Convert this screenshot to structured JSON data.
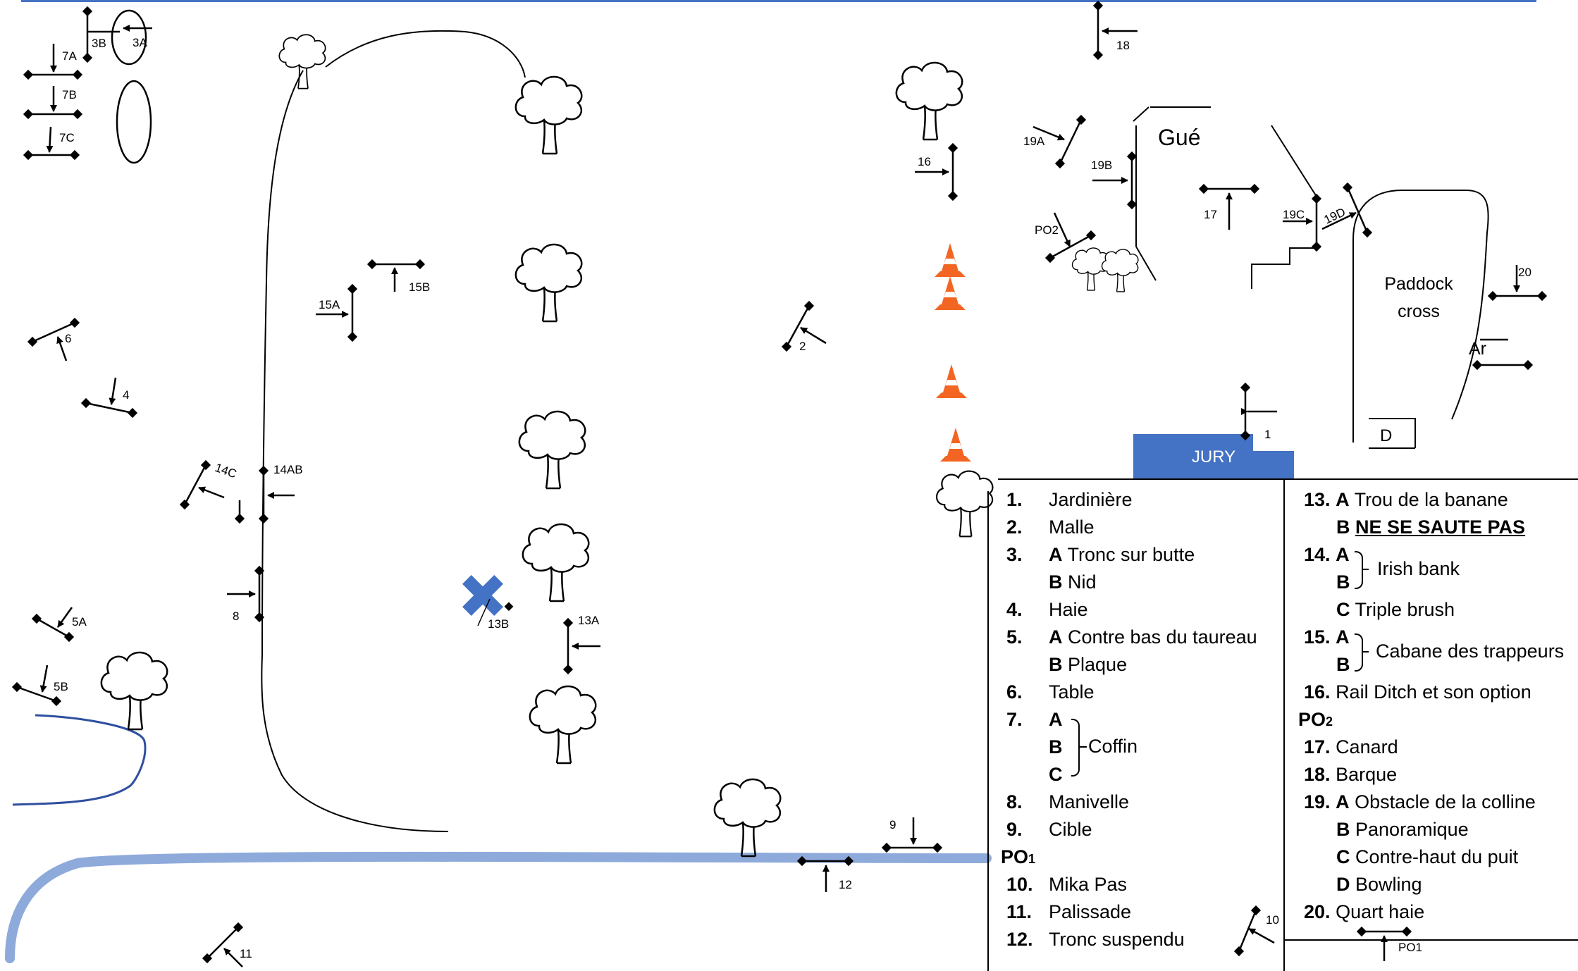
{
  "map_labels": {
    "gue": "Gué",
    "paddock_line1": "Paddock",
    "paddock_line2": "cross",
    "ar": "Ar",
    "d": "D",
    "jury": "JURY",
    "po2_map": "PO2",
    "po1_map": "PO1",
    "o1": "1",
    "o2": "2",
    "o3a": "3A",
    "o3b": "3B",
    "o4": "4",
    "o5a": "5A",
    "o5b": "5B",
    "o6": "6",
    "o7a": "7A",
    "o7b": "7B",
    "o7c": "7C",
    "o8": "8",
    "o9": "9",
    "o10": "10",
    "o11": "11",
    "o12": "12",
    "o13a": "13A",
    "o13b": "13B",
    "o14ab": "14AB",
    "o14c": "14C",
    "o15a": "15A",
    "o15b": "15B",
    "o16": "16",
    "o17": "17",
    "o18": "18",
    "o19a": "19A",
    "o19b": "19B",
    "o19c": "19C",
    "o19d": "19D",
    "o20": "20"
  },
  "legend_left": {
    "i1_num": "1.",
    "i1": "Jardinière",
    "i2_num": "2.",
    "i2": "Malle",
    "i3_num": "3.",
    "i3a_letter": "A",
    "i3a": "Tronc sur butte",
    "i3b_letter": "B",
    "i3b": "Nid",
    "i4_num": "4.",
    "i4": "Haie",
    "i5_num": "5.",
    "i5a_letter": "A",
    "i5a": "Contre bas du taureau",
    "i5b_letter": "B",
    "i5b": "Plaque",
    "i6_num": "6.",
    "i6": "Table",
    "i7_num": "7.",
    "i7a_letter": "A",
    "i7b_letter": "B",
    "i7c_letter": "C",
    "i7": "Coffin",
    "i8_num": "8.",
    "i8": "Manivelle",
    "i9_num": "9.",
    "i9": "Cible",
    "po1": "PO",
    "po1_sub": "1",
    "i10_num": "10.",
    "i10": "Mika Pas",
    "i11_num": "11.",
    "i11": "Palissade",
    "i12_num": "12.",
    "i12": "Tronc suspendu"
  },
  "legend_right": {
    "i13_num": "13.",
    "i13a_letter": "A",
    "i13a": "Trou de la banane",
    "i13b_letter": "B",
    "i13b": "NE SE SAUTE PAS",
    "i14_num": "14.",
    "i14a_letter": "A",
    "i14b_letter": "B",
    "i14ab": "Irish bank",
    "i14c_letter": "C",
    "i14c": "Triple brush",
    "i15_num": "15.",
    "i15a_letter": "A",
    "i15b_letter": "B",
    "i15ab": "Cabane des trappeurs",
    "i16_num": "16.",
    "i16": "Rail Ditch et son option",
    "po2": "PO",
    "po2_sub": "2",
    "i17_num": "17.",
    "i17": "Canard",
    "i18_num": "18.",
    "i18": "Barque",
    "i19_num": "19.",
    "i19a_letter": "A",
    "i19a": "Obstacle de la colline",
    "i19b_letter": "B",
    "i19b": "Panoramique",
    "i19c_letter": "C",
    "i19c": "Contre-haut du puit",
    "i19d_letter": "D",
    "i19d": "Bowling",
    "i20_num": "20.",
    "i20": "Quart haie"
  },
  "colors": {
    "water": "#8eaadb",
    "stream": "#2f4f9f",
    "jury_box": "#4472c4",
    "cross_mark": "#4472c4",
    "cone": "#f26522",
    "top_rule": "#4472c4"
  }
}
